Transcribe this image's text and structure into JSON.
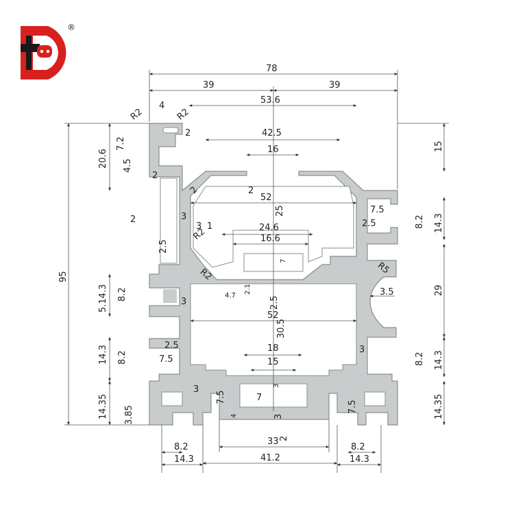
{
  "logo": {
    "letter": "D",
    "reg_mark": "®",
    "color": "#d8201f"
  },
  "profile_color": "#c9cccd",
  "profile_edge": "#8a8d90",
  "dimensions": {
    "top_overall": "78",
    "top_left_half": "39",
    "top_right_half": "39",
    "top_53_6": "53.6",
    "top_42_5": "42.5",
    "top_16": "16",
    "radius_r2_a": "R2",
    "radius_r2_b": "R2",
    "slot_4": "4",
    "slot_2_top": "2",
    "left_20_6": "20.6",
    "left_7_2": "7.2",
    "left_4_5": "4.5",
    "left_95": "95",
    "right_15": "15",
    "wall_2_a": "2",
    "chamfer_2": "2",
    "inner_2_b": "2",
    "inner_52_top": "52",
    "center_25": "25",
    "slot_7_5_r": "7.5",
    "slot_2_5_r": "2.5",
    "slot_8_2_r": "8.2",
    "right_14_3_a": "14.3",
    "wall_2_left": "2",
    "wall_3_a": "3",
    "inner_3": "3",
    "inner_1": "1",
    "radius_r2_c": "R2",
    "inner_24_6": "24.6",
    "inner_16_6": "16.6",
    "left_2_5": "2.5",
    "radius_r5": "R5",
    "radius_r2_d": "R2",
    "inner_7": "7",
    "right_29": "29",
    "left_8_2_a": "8.2",
    "left_5_14_3": "5.14.3",
    "inner_4_7": "4.7",
    "inner_2_1": "2.1",
    "inner_2_5_c": "2.5",
    "wall_3_b": "3",
    "wall_3_5": "3.5",
    "inner_52_mid": "52",
    "center_30_5": "30.5",
    "left_14_3_b": "14.3",
    "left_8_2_b": "8.2",
    "left_2_5_b": "2.5",
    "left_7_5_b": "7.5",
    "bottom_18": "18",
    "bottom_15": "15",
    "wall_3_c": "3",
    "right_8_2_b": "8.2",
    "right_14_3_b": "14.3",
    "left_14_35": "14.35",
    "left_3_85": "3.85",
    "bottom_3_a": "3",
    "bottom_7_5_a": "7.5",
    "bottom_7": "7",
    "bottom_3_b": "3",
    "bottom_4": "4",
    "bottom_3_c": "3",
    "bottom_7_5_b": "7.5",
    "right_14_35": "14.35",
    "bottom_33": "33",
    "bottom_2": "2",
    "bottom_8_2_l": "8.2",
    "bottom_14_3_l": "14.3",
    "bottom_41_2": "41.2",
    "bottom_8_2_r": "8.2",
    "bottom_14_3_r": "14.3"
  }
}
